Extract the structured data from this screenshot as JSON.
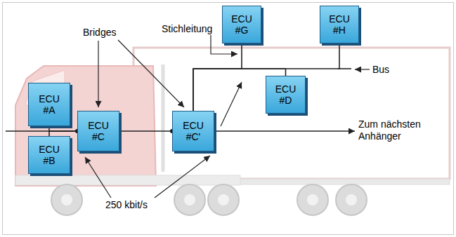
{
  "diagram": {
    "nodes": [
      {
        "text": [
          "ECU #A"
        ]
      },
      {
        "text": [
          "ECU #B"
        ]
      },
      {
        "text": [
          "ECU #C"
        ]
      },
      {
        "text": [
          "ECU #C'"
        ]
      },
      {
        "text": [
          "ECU #G"
        ]
      },
      {
        "text": [
          "ECU #D"
        ]
      },
      {
        "text": [
          "ECU #H"
        ]
      }
    ],
    "edges": [
      {
        "from": 0,
        "to": 2,
        "arrow": "none"
      },
      {
        "from": 1,
        "to": 2,
        "arrow": "none"
      },
      {
        "from": 2,
        "to": 3,
        "arrow": "none"
      },
      {
        "from": 3,
        "to": 4,
        "arrow": "none"
      },
      {
        "from": 3,
        "to": 5,
        "arrow": "none"
      },
      {
        "from": 3,
        "to": 6,
        "arrow": "none"
      }
    ],
    "labels": [
      "Stichleitung",
      "Bridges",
      "Bus",
      "Zum nächsten Anhänger",
      "250 kbit/s"
    ]
  }
}
